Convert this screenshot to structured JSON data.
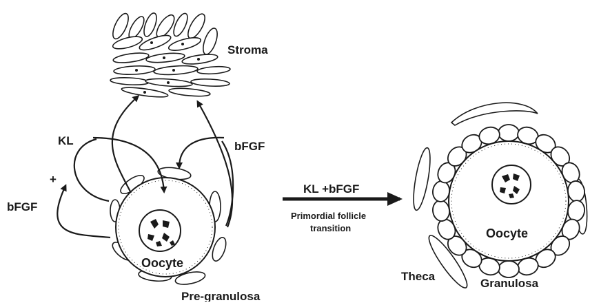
{
  "labels": {
    "stroma": "Stroma",
    "kl": "KL",
    "bfgf_top": "bFGF",
    "plus": "+",
    "bfgf_left": "bFGF",
    "oocyte_left": "Oocyte",
    "pregranulosa": "Pre-granulosa",
    "transition_signal": "KL +bFGF",
    "transition_line1": "Primordial follicle",
    "transition_line2": "transition",
    "oocyte_right": "Oocyte",
    "theca": "Theca",
    "granulosa": "Granulosa"
  },
  "colors": {
    "ink": "#1a1a1a",
    "cell_fill": "#ffffff"
  }
}
